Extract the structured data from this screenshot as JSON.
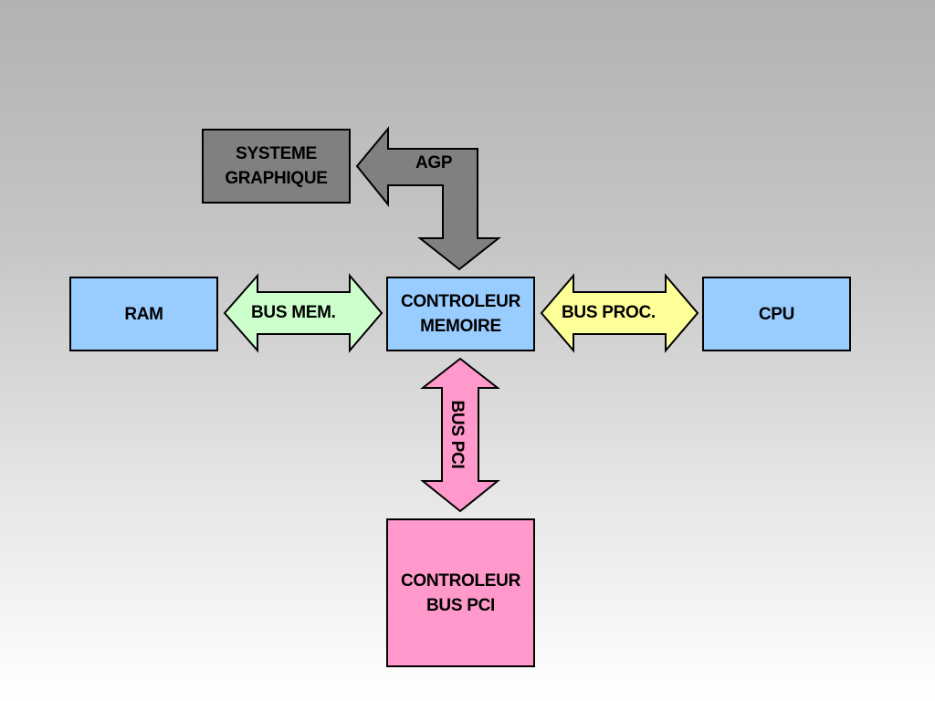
{
  "diagram": {
    "colors": {
      "memory_blue": "#99ccff",
      "graphics_gray": "#808080",
      "bus_mem_green": "#ccffcc",
      "bus_proc_yellow": "#ffff99",
      "pci_pink": "#ff99cc",
      "outline": "#000000"
    },
    "nodes": {
      "systeme_graphique": {
        "label": "SYSTEME\nGRAPHIQUE"
      },
      "ram": {
        "label": "RAM"
      },
      "controleur_memoire": {
        "label": "CONTROLEUR\nMEMOIRE"
      },
      "cpu": {
        "label": "CPU"
      },
      "controleur_bus_pci": {
        "label": "CONTROLEUR\nBUS PCI"
      }
    },
    "buses": {
      "agp": {
        "label": "AGP",
        "from": "CONTROLEUR MEMOIRE",
        "to": "SYSTEME GRAPHIQUE",
        "direction": "bent, two heads"
      },
      "bus_mem": {
        "label": "BUS MEM.",
        "from": "RAM",
        "to": "CONTROLEUR MEMOIRE",
        "direction": "bidirectional"
      },
      "bus_proc": {
        "label": "BUS PROC.",
        "from": "CONTROLEUR MEMOIRE",
        "to": "CPU",
        "direction": "bidirectional"
      },
      "bus_pci": {
        "label": "BUS PCI",
        "from": "CONTROLEUR MEMOIRE",
        "to": "CONTROLEUR BUS PCI",
        "direction": "bidirectional"
      }
    }
  }
}
